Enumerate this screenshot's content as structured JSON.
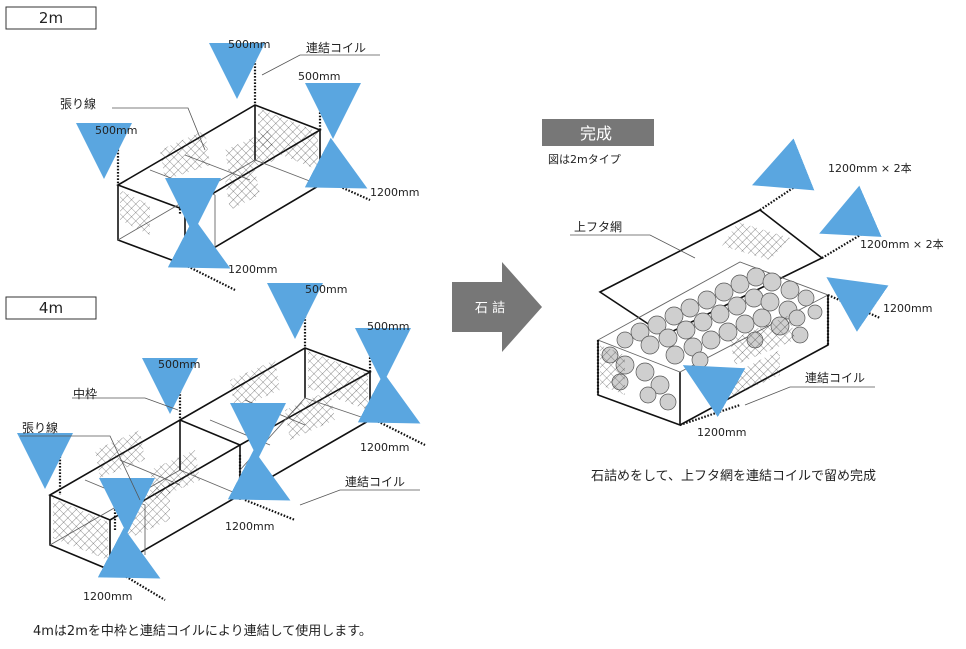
{
  "diagram": {
    "size_2m": "2m",
    "size_4m": "4m",
    "assembly_label": "石 詰",
    "complete_badge": "完成",
    "complete_note": "図は2mタイプ",
    "top_left": {
      "d500_a": "500mm",
      "coil": "連結コイル",
      "d500_b": "500mm",
      "tension_wire": "張り線",
      "d500_c": "500mm",
      "d1200_a": "1200mm",
      "d1200_b": "1200mm"
    },
    "bottom_left": {
      "d500_a": "500mm",
      "d500_b": "500mm",
      "d500_c": "500mm",
      "middle_frame": "中枠",
      "tension_wire": "張り線",
      "d1200_a": "1200mm",
      "coil": "連結コイル",
      "d1200_b": "1200mm",
      "d1200_c": "1200mm"
    },
    "right": {
      "d1200x2_a": "1200mm × 2本",
      "lid_mesh": "上フタ網",
      "d1200x2_b": "1200mm × 2本",
      "d1200_a": "1200mm",
      "coil": "連結コイル",
      "d1200_b": "1200mm"
    },
    "caption_left": "4mは2mを中枠と連結コイルにより連結して使用します。",
    "caption_right": "石詰めをして、上フタ網を連結コイルで留め完成"
  }
}
